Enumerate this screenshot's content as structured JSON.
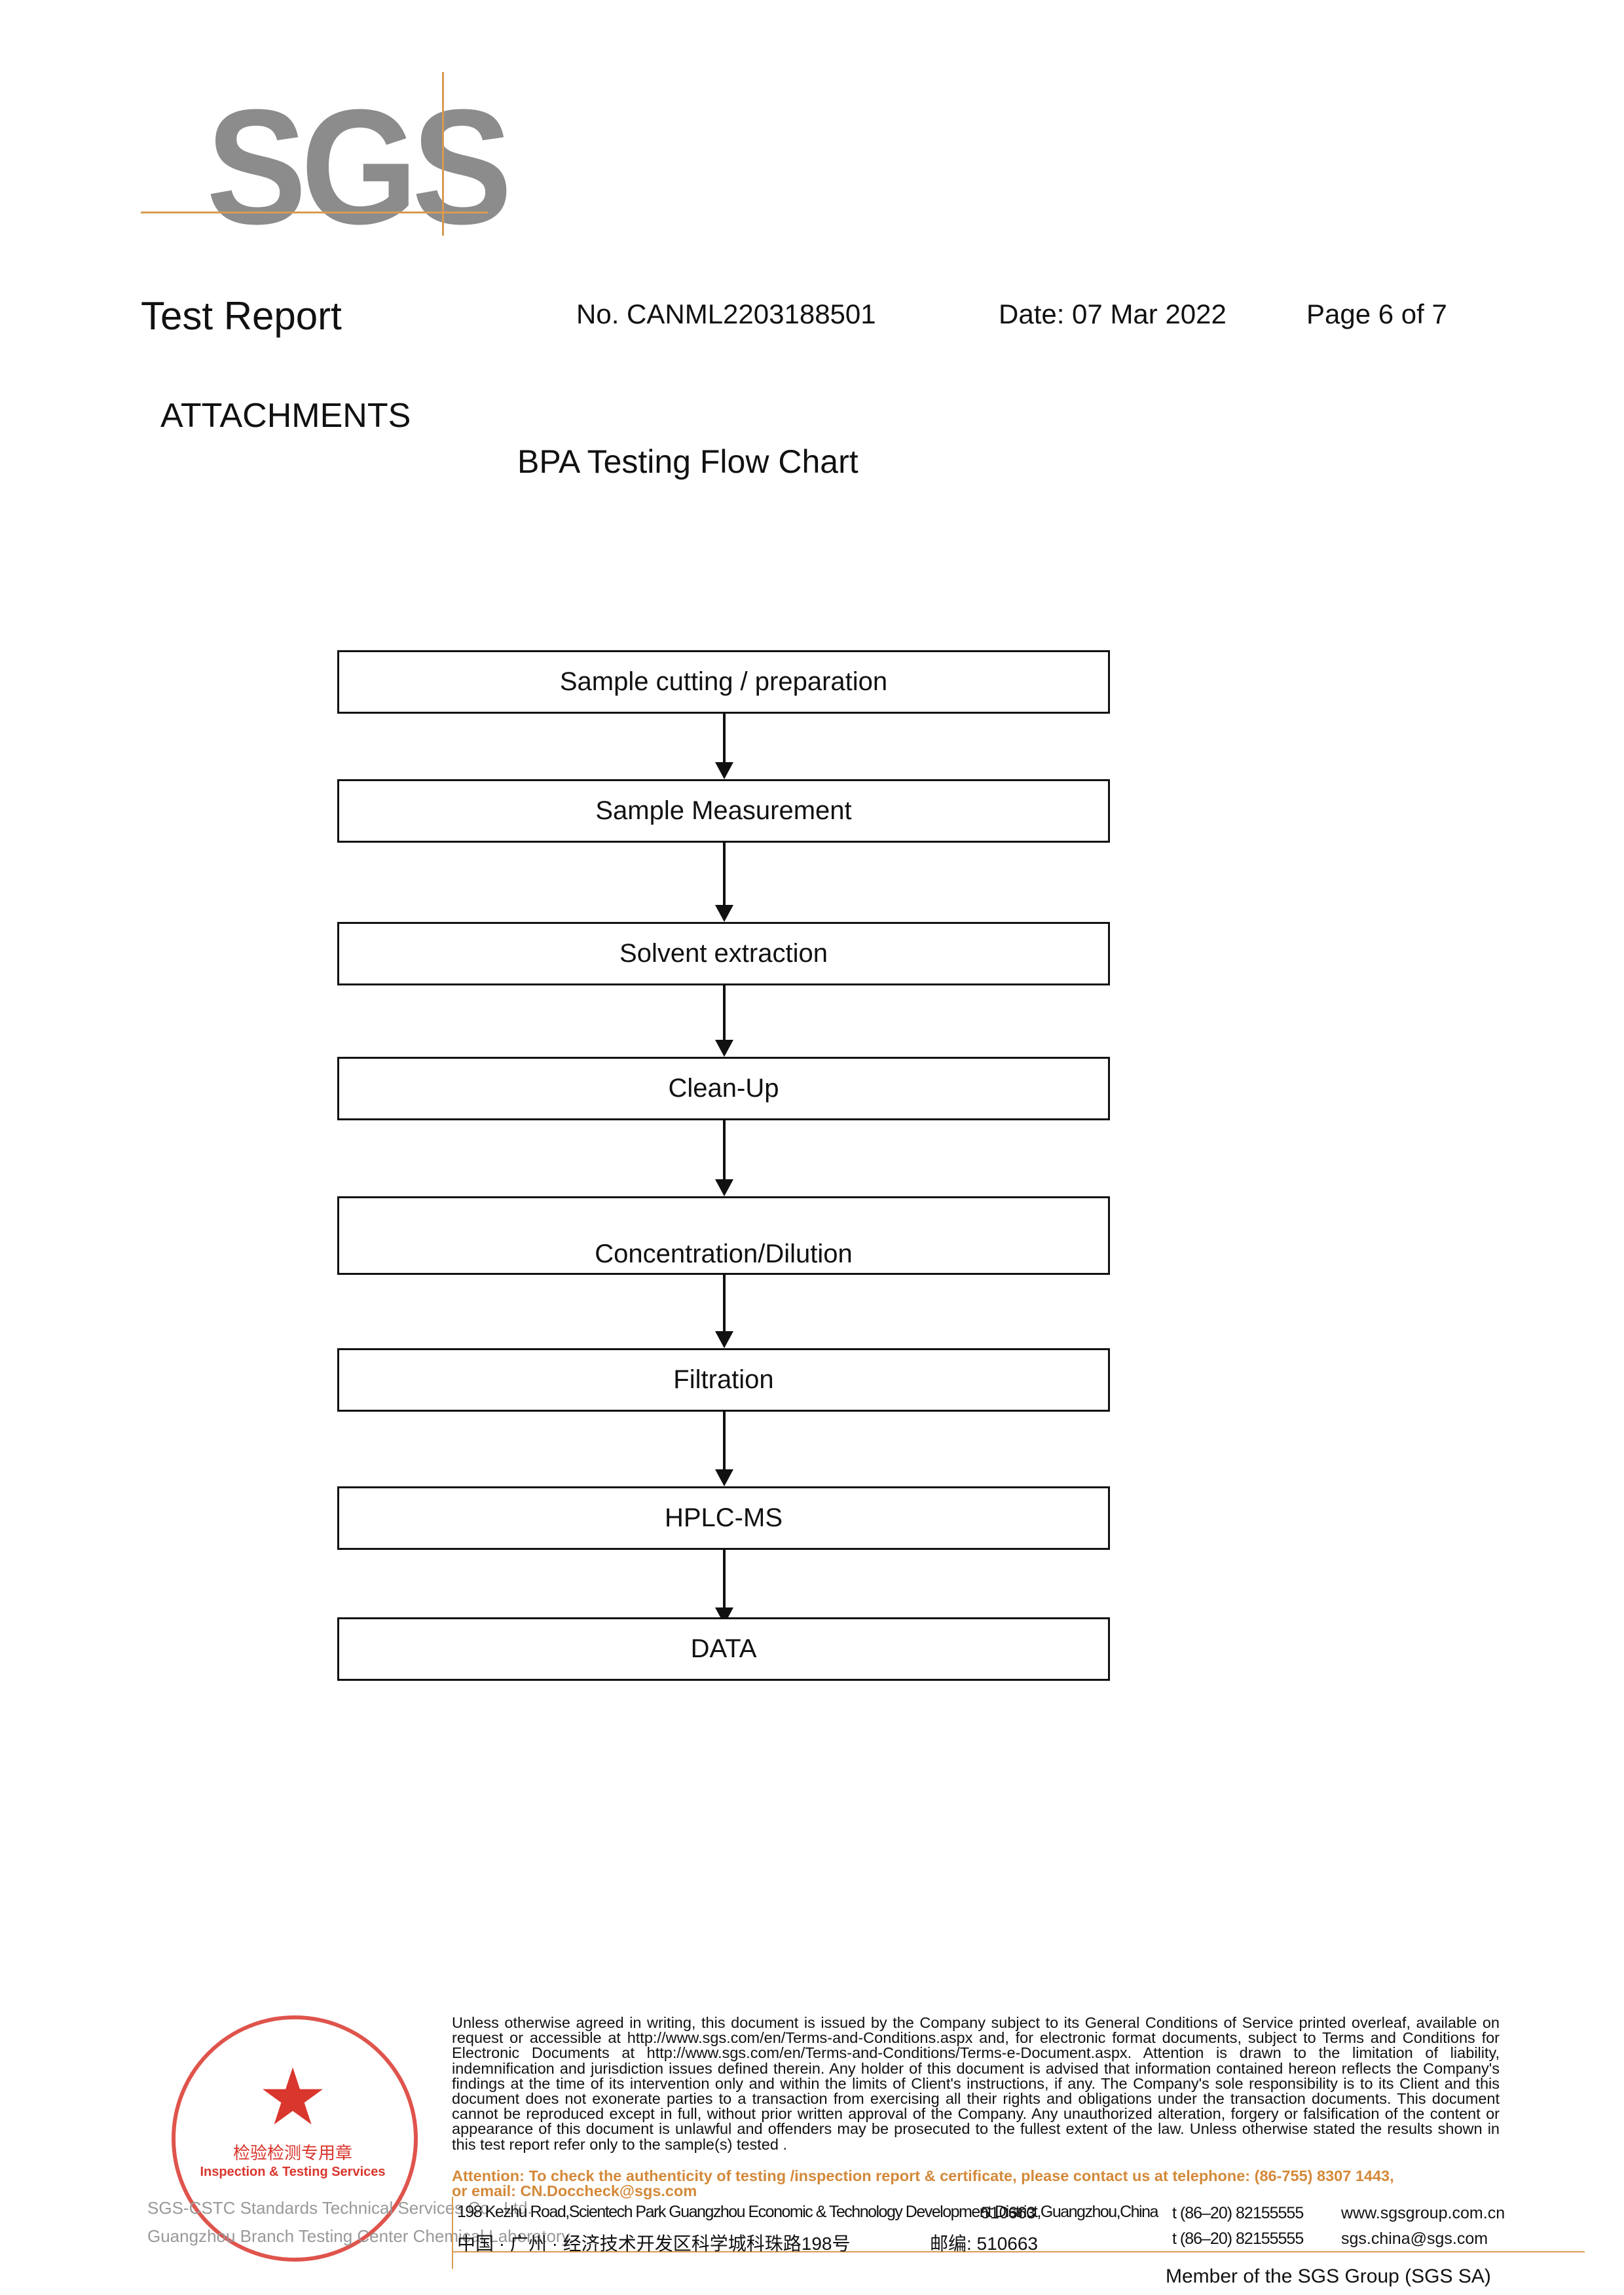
{
  "logo": {
    "text": "SGS"
  },
  "header": {
    "title": "Test Report",
    "number": "No. CANML2203188501",
    "date": "Date: 07 Mar 2022",
    "page": "Page 6 of 7"
  },
  "attachments_label": "ATTACHMENTS",
  "chart_title": "BPA Testing Flow Chart",
  "flow_steps": [
    "Sample cutting  / preparation",
    "Sample Measurement",
    "Solvent extraction",
    "Clean-Up",
    "Concentration/Dilution",
    "Filtration",
    "HPLC-MS",
    "DATA"
  ],
  "footer": {
    "disclaimer": "Unless otherwise agreed in writing, this document is issued by the Company subject to its General Conditions of Service printed overleaf, available on request or accessible at http://www.sgs.com/en/Terms-and-Conditions.aspx and, for electronic format documents, subject to Terms and Conditions for Electronic Documents at http://www.sgs.com/en/Terms-and-Conditions/Terms-e-Document.aspx. Attention is drawn to the limitation of liability, indemnification and jurisdiction issues defined therein. Any holder of this document is advised that information contained hereon reflects the Company's findings at the time of its intervention only and within the limits of Client's instructions, if any. The Company's sole responsibility is to its Client and this document does not exonerate parties to a transaction from exercising all their rights and obligations under the transaction documents. This document cannot be reproduced except in full, without prior written approval of the Company. Any unauthorized alteration, forgery or falsification of the content or appearance of this document is unlawful and offenders may be prosecuted to the fullest extent of the law. Unless otherwise stated the results shown in this test report refer only to the sample(s) tested .",
    "attention_line1": "Attention: To check the authenticity of testing /inspection report & certificate, please contact us at telephone: (86-755) 8307 1443,",
    "attention_line2": "or email: CN.Doccheck@sgs.com",
    "address_en": "198 Kezhu Road,Scientech Park Guangzhou Economic & Technology Development District,Guangzhou,China",
    "postcode_en": "510663",
    "address_cn": "中国 · 广州 · 经济技术开发区科学城科珠路198号",
    "postcode_cn": "邮编: 510663",
    "tel_1": "t  (86–20) 82155555",
    "tel_2": "t  (86–20) 82155555",
    "website": "www.sgsgroup.com.cn",
    "email": "sgs.china@sgs.com",
    "member": "Member of the SGS Group (SGS SA)",
    "company_line1": "SGS-CSTC Standards Technical Services Co., Ltd.",
    "company_line2": "Guangzhou Branch Testing Center Chemical Laboratory.",
    "stamp_cn": "检验检测专用章",
    "stamp_en": "Inspection & Testing Services"
  }
}
